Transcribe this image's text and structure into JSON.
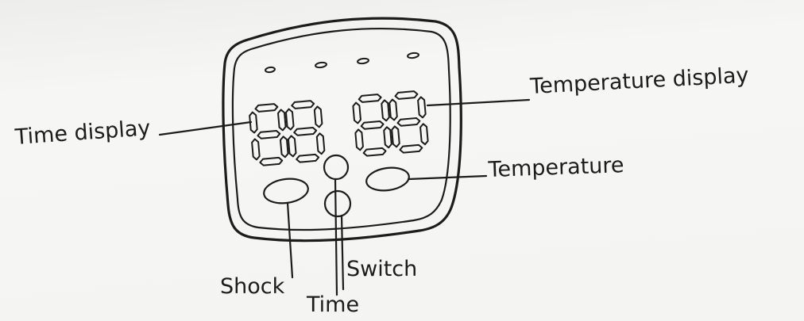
{
  "labels": {
    "time_display": "Time display",
    "temperature_display": "Temperature display",
    "temperature": "Temperature",
    "shock": "Shock",
    "switch": "Switch",
    "time": "Time"
  },
  "display": {
    "time_digits": [
      "8",
      "8"
    ],
    "temperature_digits": [
      "8",
      "8"
    ],
    "indicator_count": 4
  },
  "colors": {
    "ink": "#1c1c1c",
    "background": "#f4f4f2"
  }
}
